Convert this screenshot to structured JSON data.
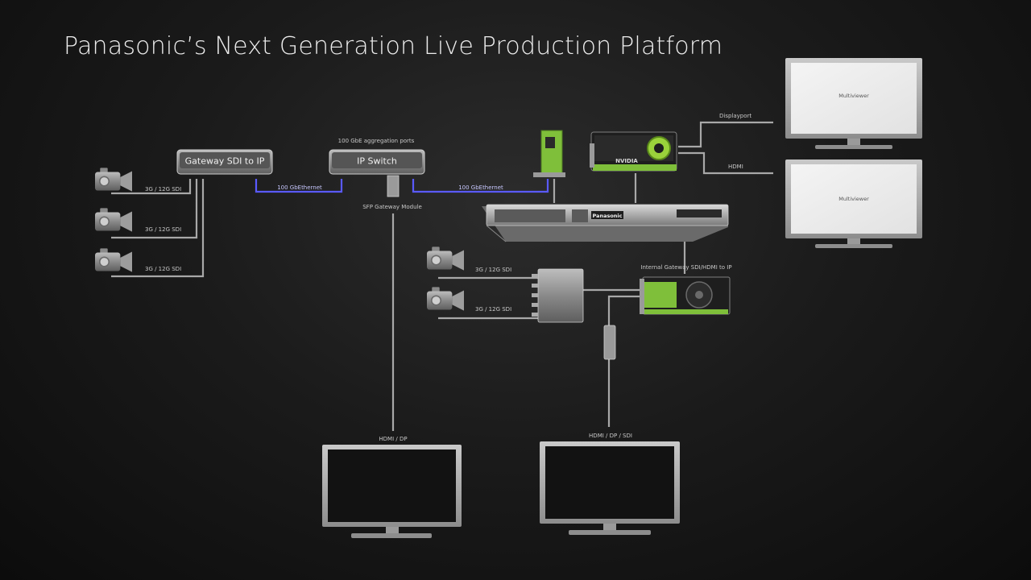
{
  "title": "Panasonic’s Next Generation Live Production Platform",
  "devices": {
    "gateway": "Gateway SDI to IP",
    "ip_switch": "IP Switch",
    "aggregation_ports": "100 GbE aggregation ports",
    "sfp_module": "SFP Gateway Module",
    "server_brand": "Panasonic",
    "gpu_brand": "NVIDIA",
    "internal_gateway": "Internal Gateway SDI/HDMI to IP"
  },
  "links": {
    "eth_1": "100 GbEthernet",
    "eth_2": "100 GbEthernet",
    "cam_1": "3G / 12G SDI",
    "cam_2": "3G / 12G SDI",
    "cam_3": "3G / 12G SDI",
    "cam_4": "3G / 12G SDI",
    "cam_5": "3G / 12G SDI",
    "displayport": "Displayport",
    "hdmi": "HDMI",
    "hdmi_dp": "HDMI / DP",
    "hdmi_dp_sdi": "HDMI / DP / SDI"
  },
  "monitors": {
    "multiviewer_1": "Multiviewer",
    "multiviewer_2": "Multiviewer"
  },
  "colors": {
    "ethernet_link": "#5a5aff",
    "pcb_green": "#7fbf3a",
    "device_body": "#8d8d8d"
  }
}
